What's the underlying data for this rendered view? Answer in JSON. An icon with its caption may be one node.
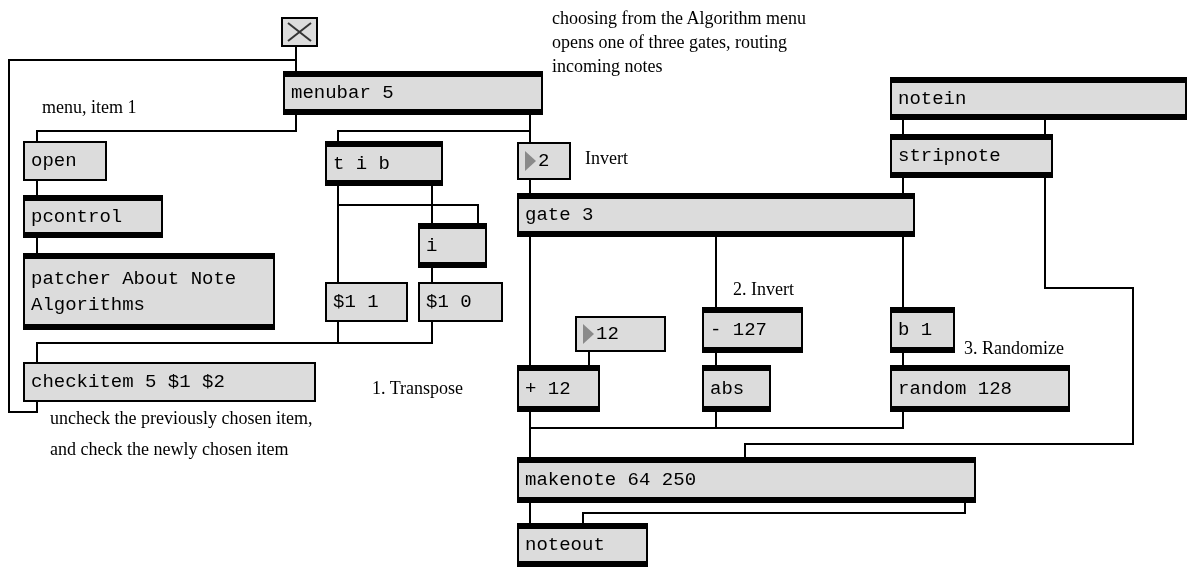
{
  "diagram": {
    "nodes": [
      {
        "text": [],
        "shape": "box"
      },
      {
        "text": [
          "menubar 5"
        ]
      },
      {
        "text": [
          "open"
        ]
      },
      {
        "text": [
          "pcontrol"
        ]
      },
      {
        "text": [
          "patcher About Note Algorithms"
        ]
      },
      {
        "text": [
          "t i b"
        ]
      },
      {
        "text": [
          "2"
        ]
      },
      {
        "text": [
          "gate 3"
        ]
      },
      {
        "text": [
          "i"
        ]
      },
      {
        "text": [
          "$1 1"
        ]
      },
      {
        "text": [
          "$1 0"
        ]
      },
      {
        "text": [
          "checkitem 5 $1 $2"
        ]
      },
      {
        "text": [
          "notein"
        ]
      },
      {
        "text": [
          "stripnote"
        ]
      },
      {
        "text": [
          "12"
        ]
      },
      {
        "text": [
          "+ 12"
        ]
      },
      {
        "text": [
          "- 127"
        ]
      },
      {
        "text": [
          "abs"
        ]
      },
      {
        "text": [
          "b 1"
        ]
      },
      {
        "text": [
          "random 128"
        ]
      },
      {
        "text": [
          "makenote 64 250"
        ]
      },
      {
        "text": [
          "noteout"
        ]
      }
    ],
    "edges": [
      {
        "from": 0,
        "to": 1,
        "arrow": "none"
      },
      {
        "from": 1,
        "to": 2,
        "arrow": "none"
      },
      {
        "from": 2,
        "to": 3,
        "arrow": "none"
      },
      {
        "from": 3,
        "to": 4,
        "arrow": "none"
      },
      {
        "from": 1,
        "to": 5,
        "arrow": "none"
      },
      {
        "from": 1,
        "to": 6,
        "arrow": "none"
      },
      {
        "from": 5,
        "to": 9,
        "arrow": "none"
      },
      {
        "from": 5,
        "to": 8,
        "arrow": "none"
      },
      {
        "from": 5,
        "to": 8,
        "arrow": "none"
      },
      {
        "from": 8,
        "to": 10,
        "arrow": "none"
      },
      {
        "from": 9,
        "to": 11,
        "arrow": "none"
      },
      {
        "from": 10,
        "to": 11,
        "arrow": "none"
      },
      {
        "from": 11,
        "to": 1,
        "arrow": "none"
      },
      {
        "from": 6,
        "to": 7,
        "arrow": "none"
      },
      {
        "from": 13,
        "to": 7,
        "arrow": "none"
      },
      {
        "from": 12,
        "to": 13,
        "arrow": "none"
      },
      {
        "from": 12,
        "to": 13,
        "arrow": "none"
      },
      {
        "from": 13,
        "to": 20,
        "arrow": "none"
      },
      {
        "from": 7,
        "to": 15,
        "arrow": "none"
      },
      {
        "from": 7,
        "to": 16,
        "arrow": "none"
      },
      {
        "from": 7,
        "to": 18,
        "arrow": "none"
      },
      {
        "from": 14,
        "to": 15,
        "arrow": "none"
      },
      {
        "from": 16,
        "to": 17,
        "arrow": "none"
      },
      {
        "from": 18,
        "to": 19,
        "arrow": "none"
      },
      {
        "from": 15,
        "to": 20,
        "arrow": "none"
      },
      {
        "from": 17,
        "to": 20,
        "arrow": "none"
      },
      {
        "from": 19,
        "to": 20,
        "arrow": "none"
      },
      {
        "from": 20,
        "to": 21,
        "arrow": "none"
      },
      {
        "from": 20,
        "to": 21,
        "arrow": "none"
      }
    ],
    "labels": [
      "choosing from the Algorithm menu opens one of three gates, routing incoming notes",
      "menu, item 1",
      "Invert",
      "2. Invert",
      "3. Randomize",
      "1. Transpose",
      "uncheck the previously chosen item, and check the newly chosen item"
    ]
  }
}
